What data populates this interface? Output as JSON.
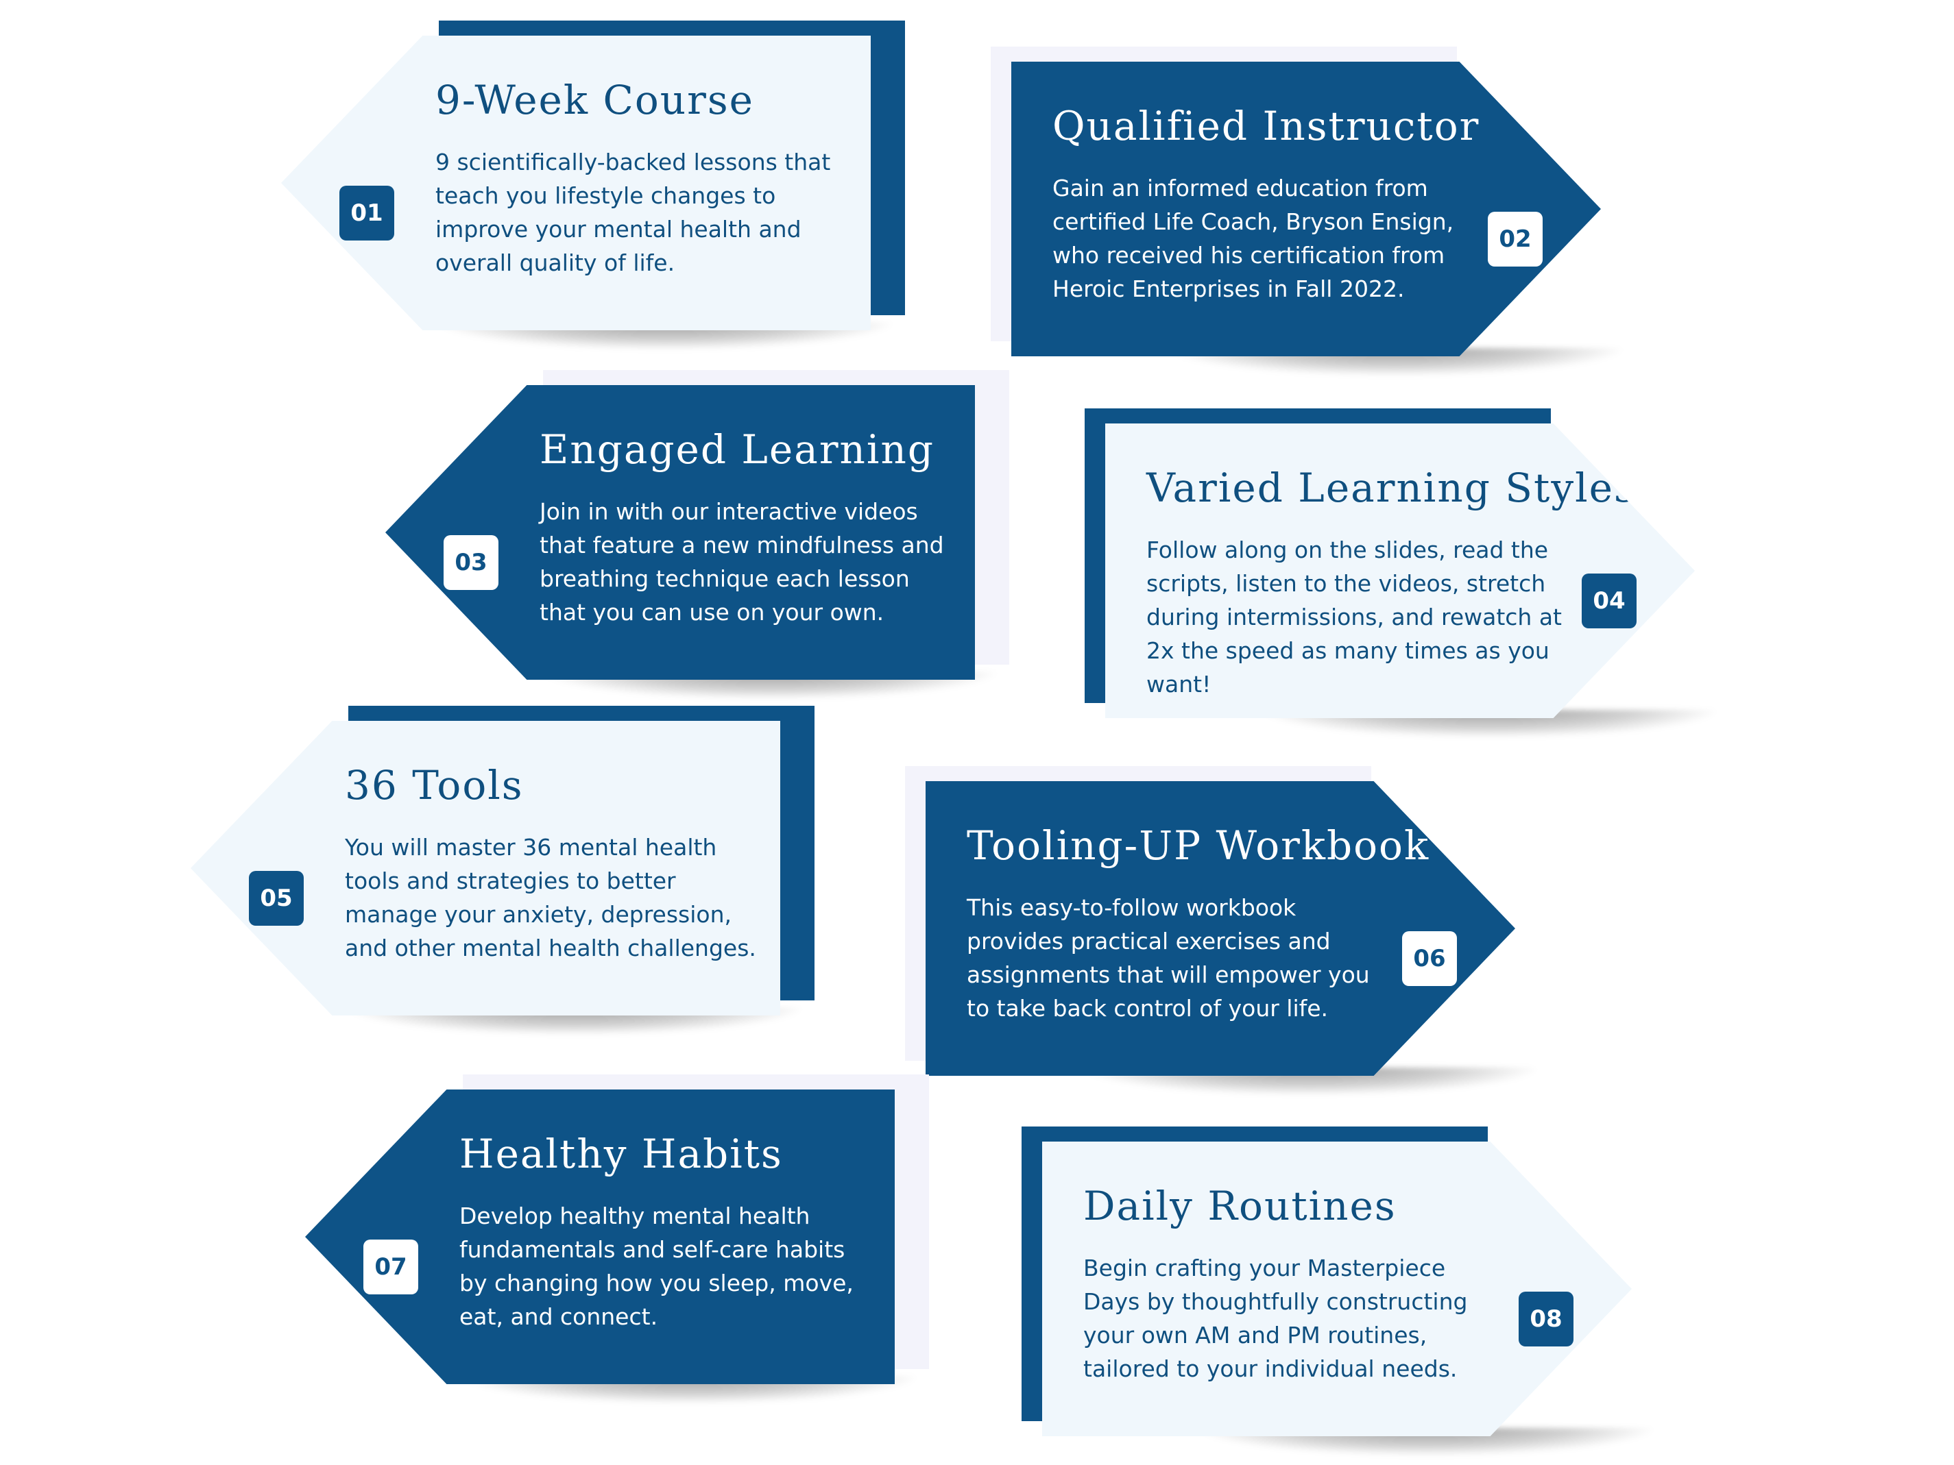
{
  "colors": {
    "navy": "#0e5387",
    "light_fill": "#f0f7fc",
    "lavender_back": "#f3f3fb",
    "white": "#ffffff"
  },
  "features": [
    {
      "number": "01",
      "title": "9-Week Course",
      "description": "9 scientifically-backed lessons that teach you lifestyle changes to improve your mental health and overall quality of life."
    },
    {
      "number": "02",
      "title": "Qualified Instructor",
      "description": "Gain an informed education from certified Life Coach, Bryson Ensign, who received his certification from Heroic Enterprises in Fall 2022."
    },
    {
      "number": "03",
      "title": "Engaged Learning",
      "description": "Join in with our interactive videos that feature a new mindfulness and breathing technique each lesson that you can use on your own."
    },
    {
      "number": "04",
      "title": "Varied Learning Styles",
      "description": "Follow along on the slides, read the scripts, listen to the videos, stretch during intermissions, and rewatch at 2x the speed as many times as you want!"
    },
    {
      "number": "05",
      "title": "36 Tools",
      "description": "You will master 36 mental health tools and strategies to better manage your anxiety, depression, and other mental health challenges."
    },
    {
      "number": "06",
      "title": "Tooling-UP Workbook",
      "description": "This easy-to-follow workbook provides practical exercises and assignments that will empower you to take back control of your life."
    },
    {
      "number": "07",
      "title": "Healthy Habits",
      "description": "Develop healthy mental health fundamentals and self-care habits by changing how you sleep, move, eat, and connect."
    },
    {
      "number": "08",
      "title": "Daily Routines",
      "description": "Begin crafting your Masterpiece Days by thoughtfully constructing your own AM and PM routines, tailored to your individual needs."
    }
  ]
}
